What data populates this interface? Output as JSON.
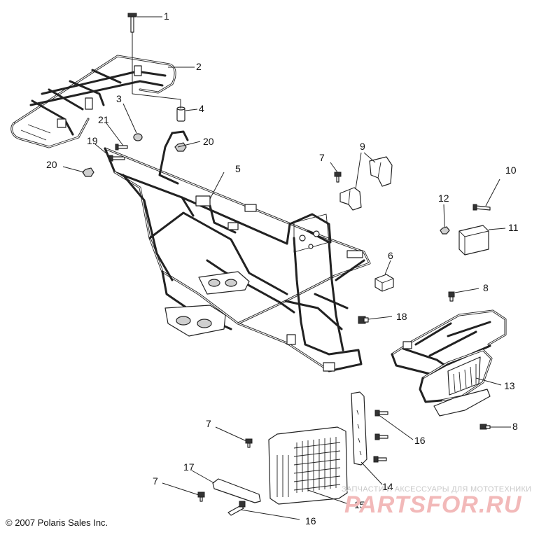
{
  "copyright": "© 2007 Polaris Sales Inc.",
  "watermark": {
    "line": "ЗАПЧАСТИ И АКСЕССУАРЫ ДЛЯ МОТОТЕХНИКИ",
    "brand": "PARTSFOR.RU"
  },
  "callouts": [
    {
      "id": "c1",
      "text": "1"
    },
    {
      "id": "c2",
      "text": "2"
    },
    {
      "id": "c3",
      "text": "3"
    },
    {
      "id": "c4",
      "text": "4"
    },
    {
      "id": "c5",
      "text": "5"
    },
    {
      "id": "c6",
      "text": "6"
    },
    {
      "id": "c7a",
      "text": "7"
    },
    {
      "id": "c7b",
      "text": "7"
    },
    {
      "id": "c7c",
      "text": "7"
    },
    {
      "id": "c8a",
      "text": "8"
    },
    {
      "id": "c8b",
      "text": "8"
    },
    {
      "id": "c9",
      "text": "9"
    },
    {
      "id": "c10",
      "text": "10"
    },
    {
      "id": "c11",
      "text": "11"
    },
    {
      "id": "c12",
      "text": "12"
    },
    {
      "id": "c13",
      "text": "13"
    },
    {
      "id": "c14",
      "text": "14"
    },
    {
      "id": "c15",
      "text": "15"
    },
    {
      "id": "c16a",
      "text": "16"
    },
    {
      "id": "c16b",
      "text": "16"
    },
    {
      "id": "c17",
      "text": "17"
    },
    {
      "id": "c18",
      "text": "18"
    },
    {
      "id": "c19",
      "text": "19"
    },
    {
      "id": "c20a",
      "text": "20"
    },
    {
      "id": "c20b",
      "text": "20"
    },
    {
      "id": "c21",
      "text": "21"
    }
  ]
}
